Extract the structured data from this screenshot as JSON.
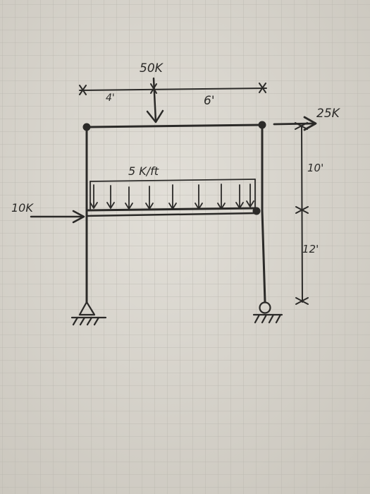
{
  "colors": {
    "paper": "#d9d6cf",
    "grid": "#b9b6ae",
    "ink": "#2b2a28"
  },
  "labels": {
    "top_load": "50K",
    "dim_left": "4'",
    "dim_right": "6'",
    "lateral_top_load": "25K",
    "distributed_load": "5 K/ft",
    "lateral_mid_load": "10K",
    "height_upper": "10'",
    "height_lower": "12'"
  },
  "supports": {
    "left": "pin-support",
    "right": "roller-support"
  }
}
